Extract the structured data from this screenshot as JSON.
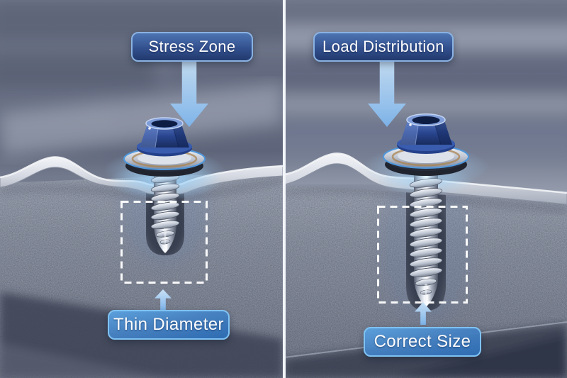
{
  "panels": [
    {
      "id": "left",
      "top_label": "Stress Zone",
      "bottom_label": "Thin Diameter"
    },
    {
      "id": "right",
      "top_label": "Load Distribution",
      "bottom_label": "Correct Size"
    }
  ],
  "colors": {
    "divider": "#f2f6fa",
    "label-text": "#ffffff",
    "label-top-bg-start": "#4d74b2",
    "label-top-bg-end": "#223a6e",
    "label-top-border": "#8ab2e2",
    "label-bottom-bg-start": "#5ba0dc",
    "label-bottom-bg-end": "#2e6cb2",
    "label-bottom-border": "#7fc2f2",
    "arrow-start": "#cde6fb",
    "arrow-end": "#7db6ee",
    "dashed-outline": "#ffffff",
    "screw-head-blue": "#2a4690",
    "metal-sheet": "#d6dae2",
    "substrate-gray": "#868e9f"
  }
}
